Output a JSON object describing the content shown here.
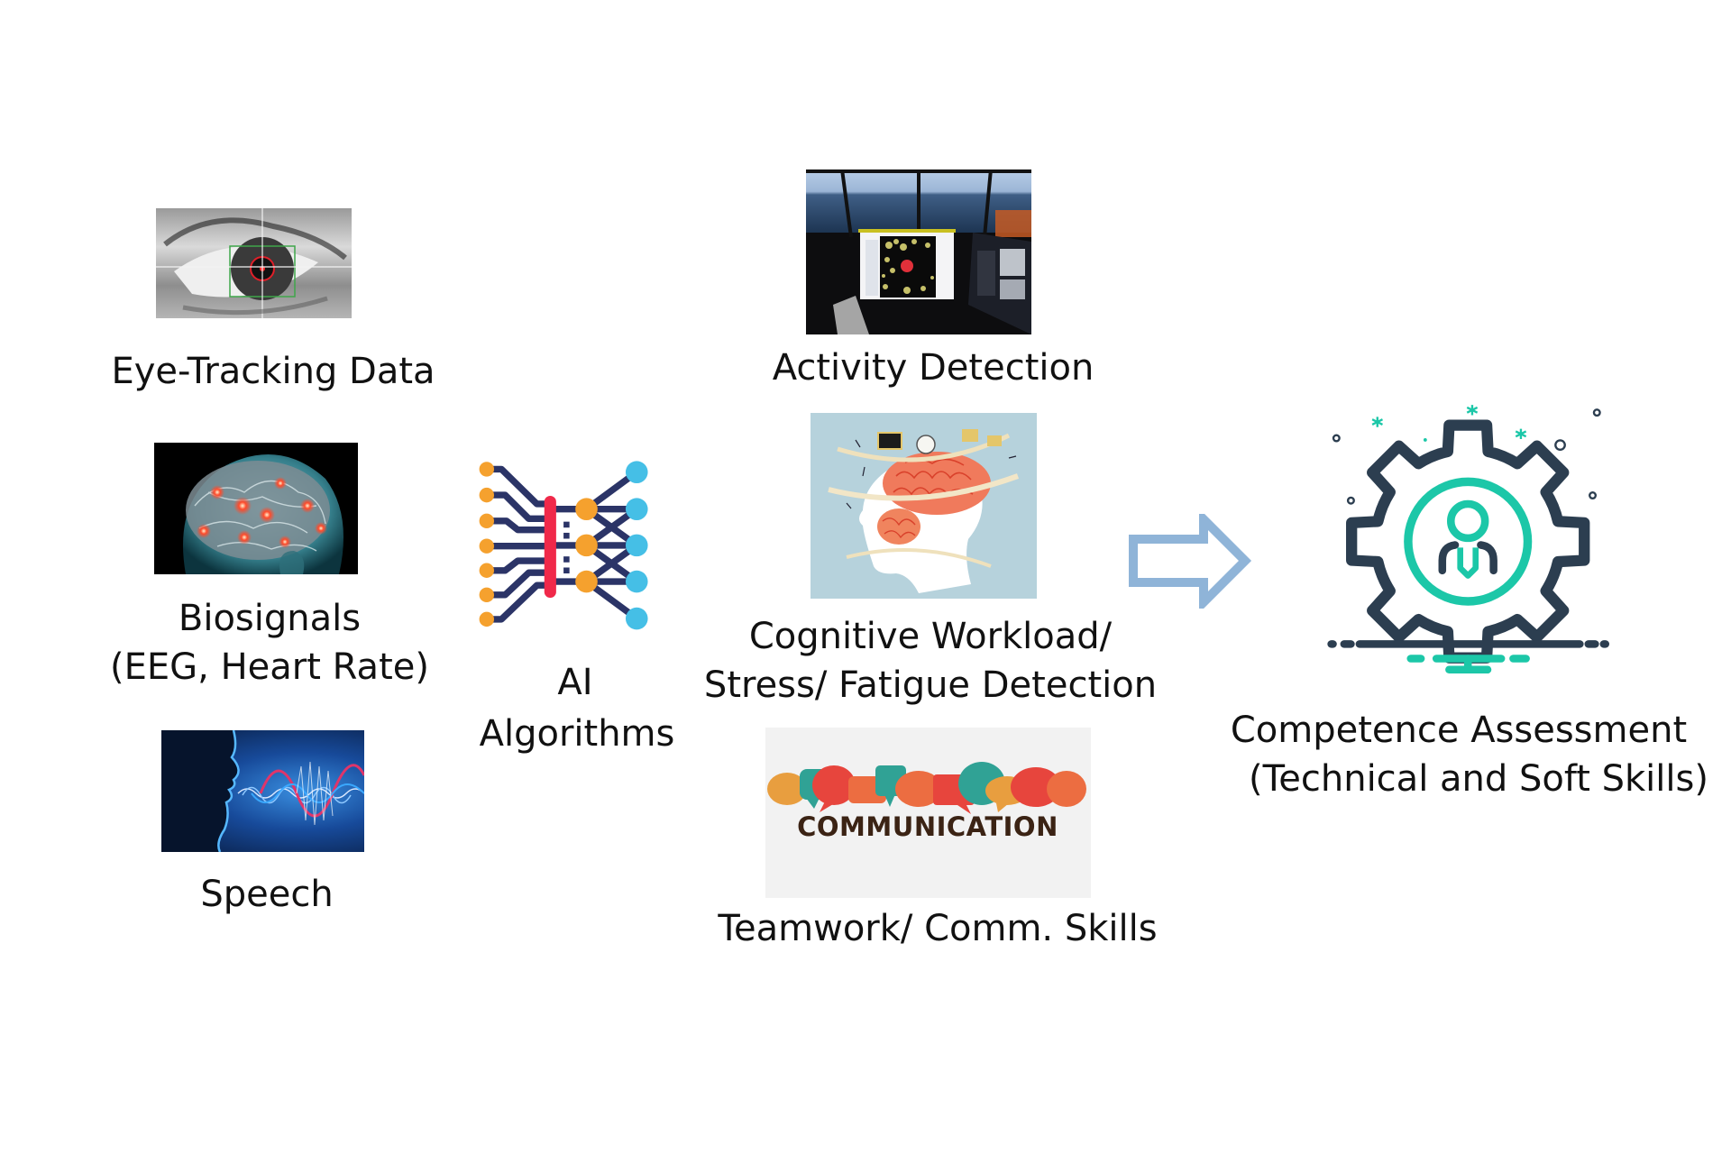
{
  "diagram": {
    "title": "AI-based competence assessment pipeline",
    "inputs": [
      {
        "id": "eye-tracking",
        "label": "Eye-Tracking Data",
        "image": "eye-with-tracking-crosshair"
      },
      {
        "id": "biosignals",
        "label_line1": "Biosignals",
        "label_line2": "(EEG, Heart Rate)",
        "image": "glowing-brain-in-head"
      },
      {
        "id": "speech",
        "label": "Speech",
        "image": "face-with-sound-waves"
      }
    ],
    "processor": {
      "label_line1": "AI",
      "label_line2": "Algorithms",
      "icon": "neural-network-icon"
    },
    "outputs": [
      {
        "id": "activity",
        "label": "Activity Detection",
        "image": "ship-bridge-simulator-heatmap"
      },
      {
        "id": "cognitive",
        "label_line1": "Cognitive Workload/",
        "label_line2": "Stress/ Fatigue Detection",
        "image": "overloaded-brain-illustration"
      },
      {
        "id": "teamwork",
        "label": "Teamwork/ Comm. Skills",
        "image": "communication-speech-bubbles",
        "image_text": "COMMUNICATION"
      }
    ],
    "arrow": {
      "direction": "right",
      "color": "#8fb4d8"
    },
    "result": {
      "label_line1": "Competence Assessment",
      "label_line2": "(Technical and Soft Skills)",
      "icon": "gear-person-icon"
    }
  },
  "colors": {
    "navy": "#2b3467",
    "orange": "#f5a12e",
    "cyan": "#45bfe6",
    "red": "#f0294a",
    "teal": "#1cc7a8",
    "slate": "#2c3e50",
    "arrow": "#8fb4d8"
  }
}
